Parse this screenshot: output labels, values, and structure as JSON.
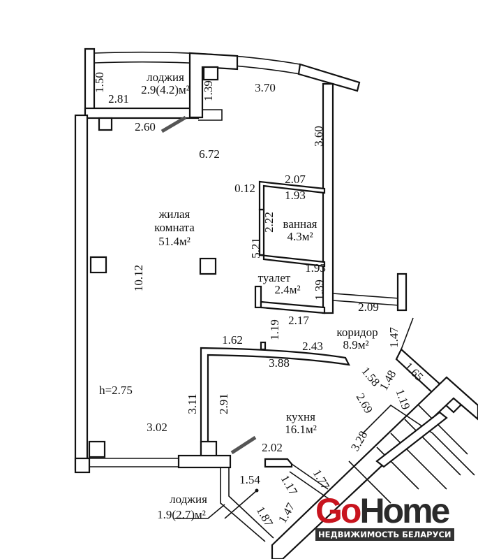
{
  "rooms": {
    "loggia_top": {
      "name": "лоджия",
      "area": "2.9(4.2)м²"
    },
    "living": {
      "name1": "жилая",
      "name2": "комната",
      "area": "51.4м²"
    },
    "bathroom": {
      "name": "ванная",
      "area": "4.3м²"
    },
    "toilet": {
      "name": "туалет",
      "area": "2.4м²"
    },
    "corridor": {
      "name": "коридор",
      "area": "8.9м²"
    },
    "kitchen": {
      "name": "кухня",
      "area": "16.1м²"
    },
    "loggia_bottom": {
      "name": "лоджия",
      "area": "1.9(2.7)м²"
    }
  },
  "ceiling_height": "h=2.75",
  "dimensions": [
    "1.50",
    "1.39",
    "3.70",
    "2.81",
    "2.60",
    "6.72",
    "3.60",
    "2.07",
    "0.12",
    "1.93",
    "2.22",
    "5.21",
    "10.12",
    "1.93",
    "1.39",
    "2.09",
    "2.17",
    "1.19",
    "1.47",
    "1.62",
    "2.43",
    "3.88",
    "1.58",
    "1.48",
    "1.65",
    "1.19",
    "2.69",
    "3.11",
    "2.91",
    "3.02",
    "3.28",
    "2.02",
    "1.77",
    "1.54",
    "1.17",
    "1.87",
    "1.47"
  ],
  "watermark": {
    "go": "Go",
    "home": "Home",
    "subtitle": "НЕДВИЖИМОСТЬ БЕЛАРУСИ"
  }
}
